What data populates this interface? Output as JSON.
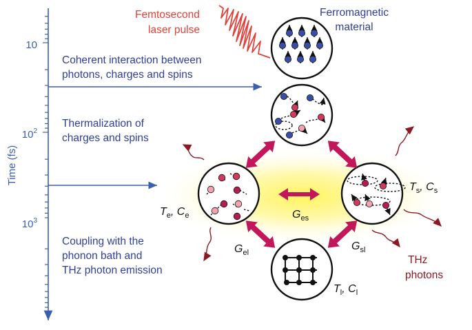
{
  "axis": {
    "label": "Time (fs)",
    "ticks": [
      {
        "base": "10",
        "exp": ""
      },
      {
        "base": "10",
        "exp": "2"
      },
      {
        "base": "10",
        "exp": "3"
      }
    ],
    "color": "#3b5fb0"
  },
  "stages": {
    "coherent": {
      "line1": "Coherent interaction between",
      "line2": "photons, charges and spins"
    },
    "thermalization": {
      "line1": "Thermalization of",
      "line2": "charges and spins"
    },
    "coupling": {
      "line1": "Coupling with the",
      "line2": "phonon bath and",
      "line3": "THz photon emission"
    }
  },
  "laser": {
    "line1": "Femtosecond",
    "line2": "laser pulse",
    "color": "#e2403a"
  },
  "material": {
    "line1": "Ferromagnetic",
    "line2": "material"
  },
  "labels": {
    "electron": {
      "t": "T",
      "t_sub": "e",
      "c": "C",
      "c_sub": "e"
    },
    "spin": {
      "t": "T",
      "t_sub": "s",
      "c": "C",
      "c_sub": "s"
    },
    "lattice": {
      "t": "T",
      "t_sub": "l",
      "c": "C",
      "c_sub": "l"
    },
    "g_es": {
      "g": "G",
      "sub": "es"
    },
    "g_el": {
      "g": "G",
      "sub": "el"
    },
    "g_sl": {
      "g": "G",
      "sub": "sl"
    }
  },
  "thz": {
    "line1": "THz",
    "line2": "photons",
    "color": "#8b1a24"
  },
  "colors": {
    "arrow_magenta": "#c2185b",
    "glow": "#fff176",
    "text_blue": "#2f3f96"
  }
}
